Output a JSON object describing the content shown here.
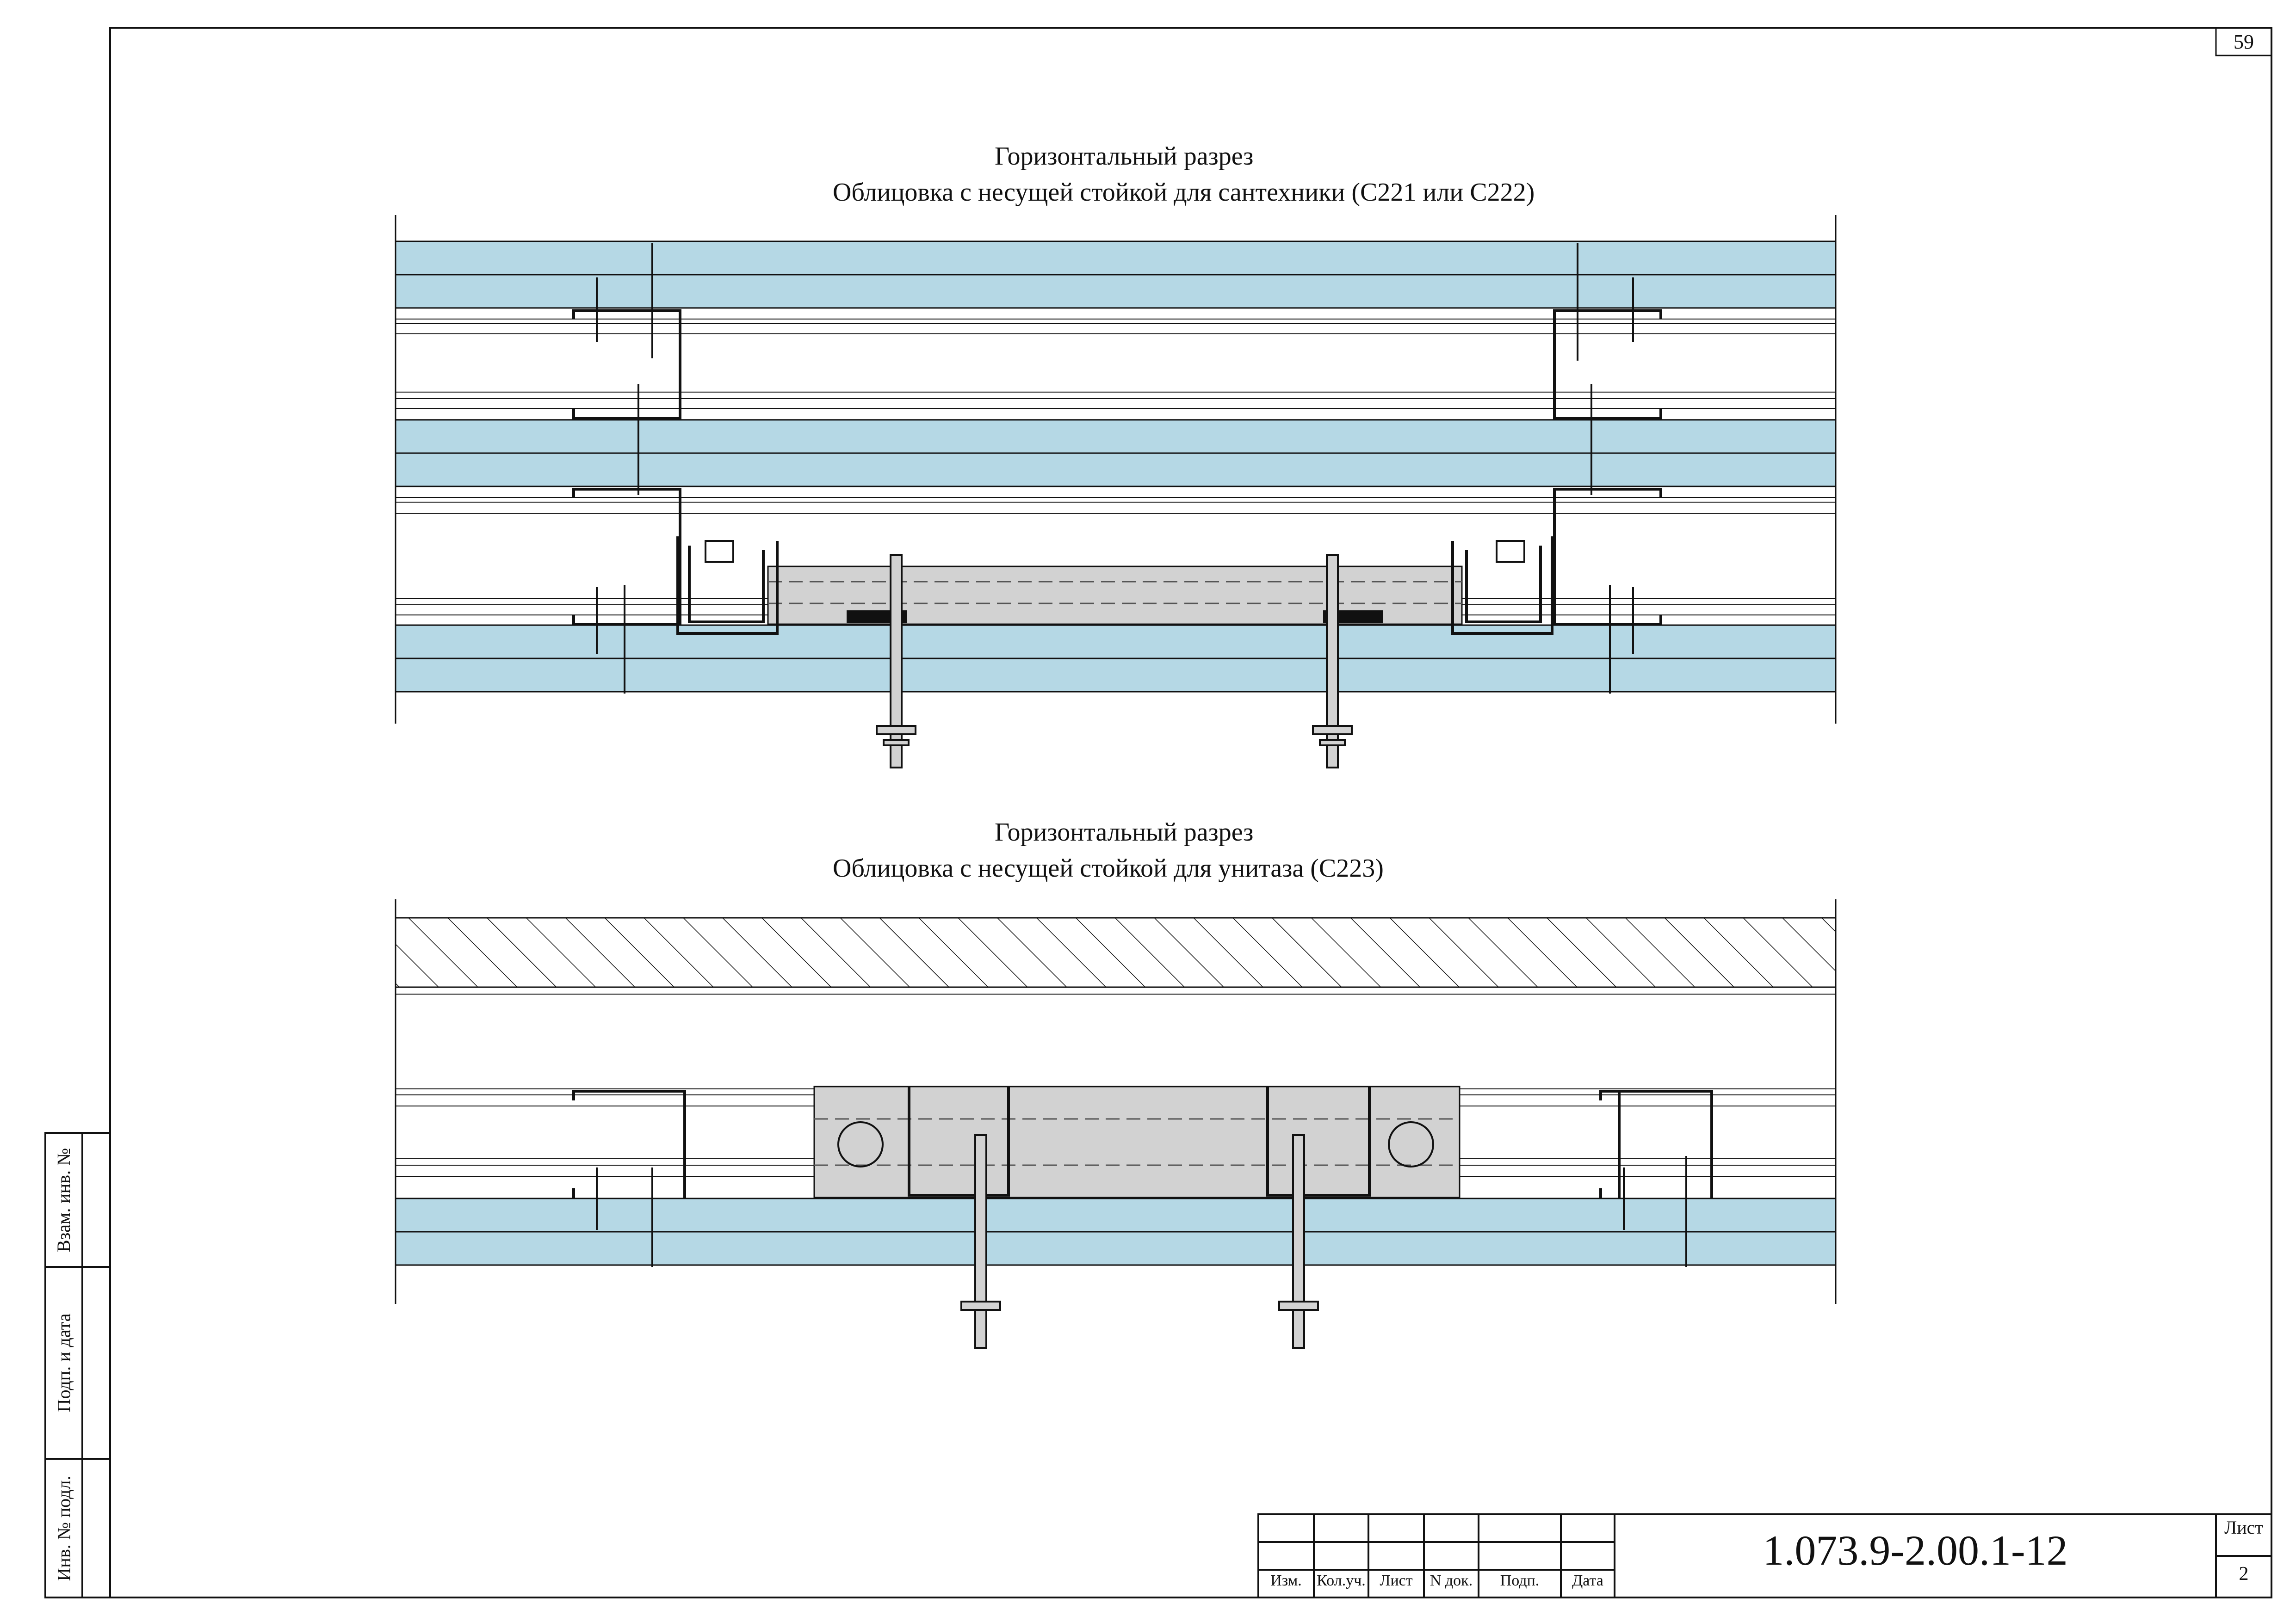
{
  "page_number": "59",
  "section_top": {
    "title_line1": "Горизонтальный разрез",
    "title_line2": "Облицовка с несущей стойкой для сантехники (С221 или С222)"
  },
  "section_bottom": {
    "title_line1": "Горизонтальный разрез",
    "title_line2": "Облицовка с несущей стойкой для унитаза (С223)"
  },
  "side_stamp": {
    "cell1": "Взам. инв. №",
    "cell2": "Подп. и дата",
    "cell3": "Инв. № подл."
  },
  "title_block": {
    "headers": [
      "Изм.",
      "Кол.уч.",
      "Лист",
      "N док.",
      "Подп.",
      "Дата"
    ],
    "document_code": "1.073.9-2.00.1-12",
    "sheet_label": "Лист",
    "sheet_number": "2"
  },
  "colors": {
    "board_fill": "#b5d8e5",
    "bracket_fill": "#d2d2d2",
    "line": "#111111"
  }
}
